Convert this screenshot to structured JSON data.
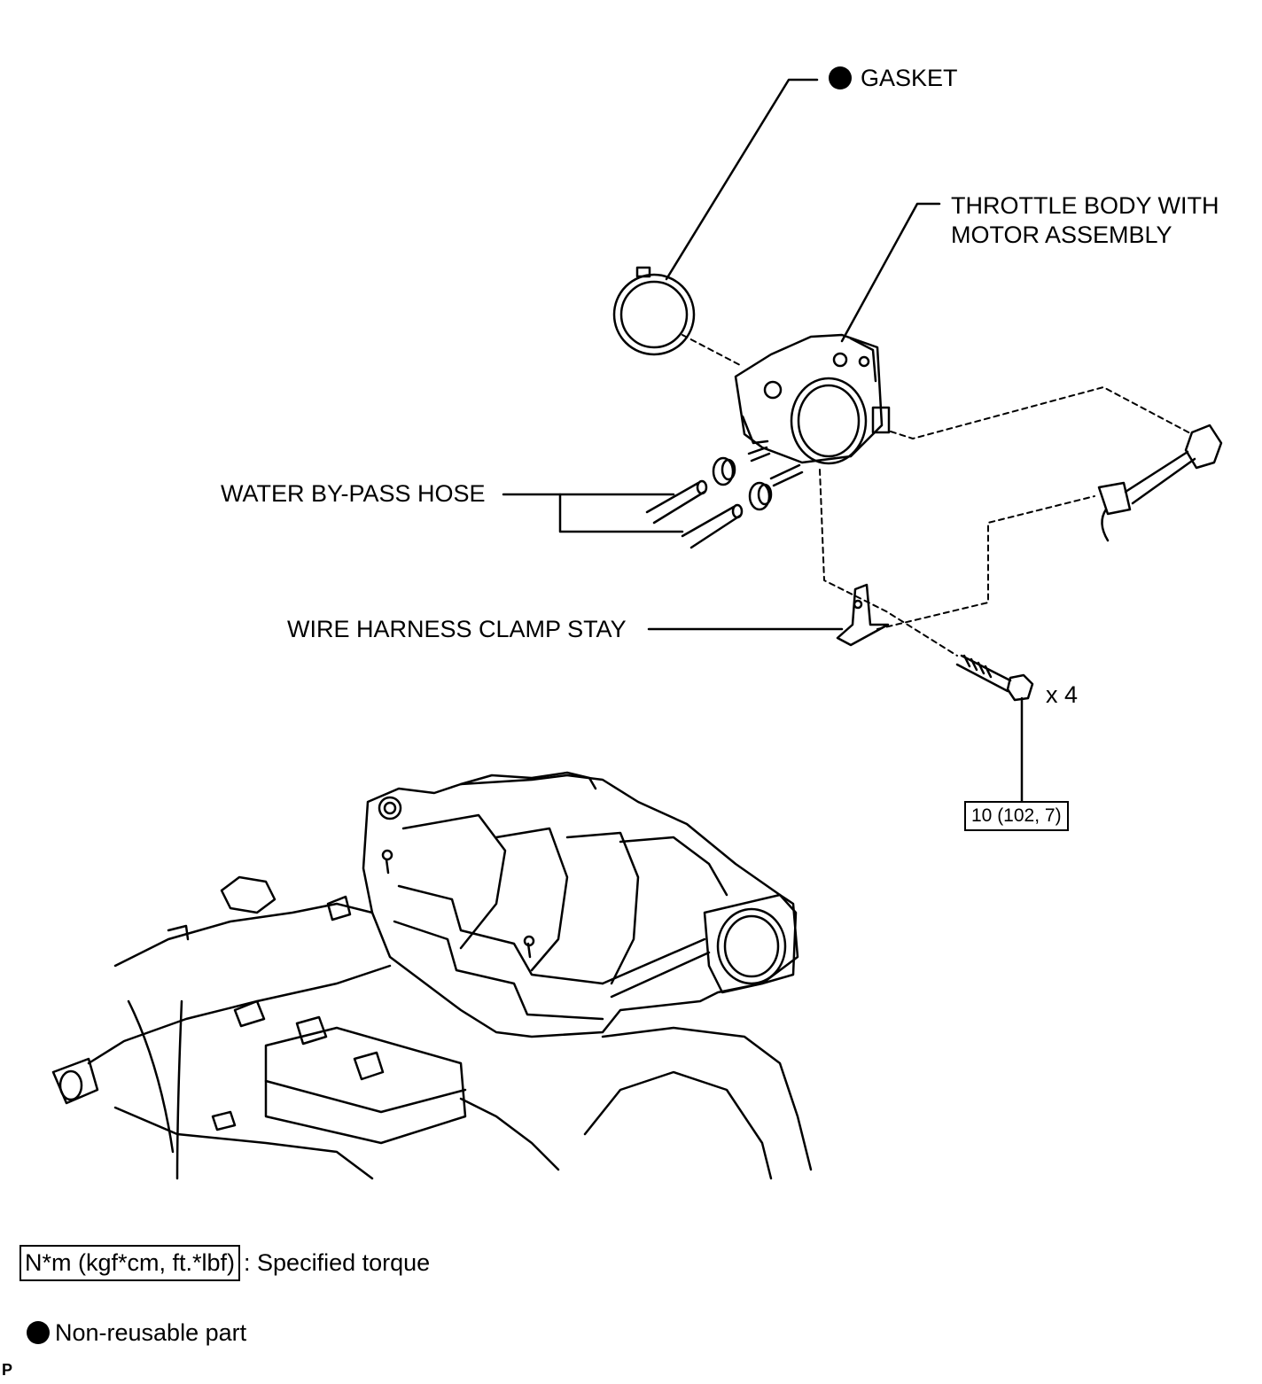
{
  "labels": {
    "gasket": "GASKET",
    "throttle_body_line1": "THROTTLE BODY WITH",
    "throttle_body_line2": "MOTOR ASSEMBLY",
    "water_bypass_hose": "WATER BY-PASS HOSE",
    "wire_harness_clamp_stay": "WIRE HARNESS CLAMP STAY",
    "bolt_quantity": "x 4"
  },
  "torque": {
    "value": "10 (102, 7)"
  },
  "legend": {
    "torque_units": "N*m (kgf*cm, ft.*lbf)",
    "torque_desc": ": Specified torque",
    "non_reusable": "Non-reusable part"
  },
  "figure_code": "P",
  "colors": {
    "line": "#000000",
    "background": "#ffffff"
  }
}
